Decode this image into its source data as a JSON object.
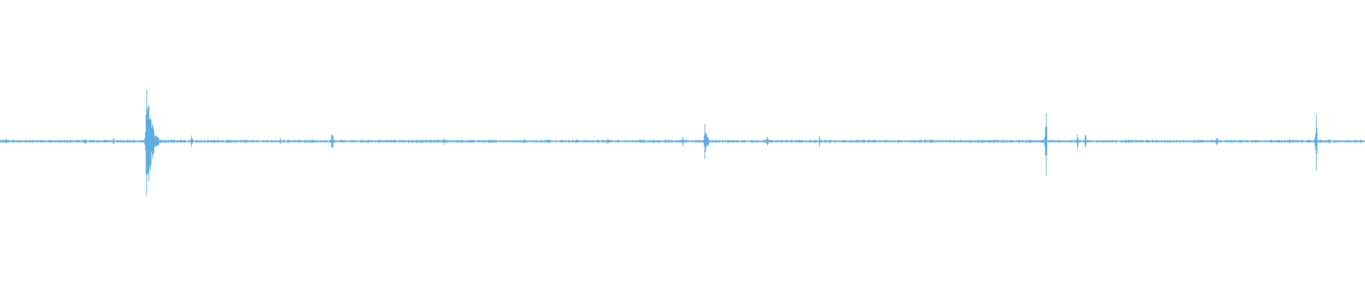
{
  "waveform": {
    "color": "#5dade2",
    "background": "#ffffff",
    "baseline_amplitude": 0.008,
    "events": [
      {
        "time": 0.004,
        "peak": 0.03
      },
      {
        "time": 0.031,
        "peak": 0.02
      },
      {
        "time": 0.062,
        "peak": 0.03
      },
      {
        "time": 0.083,
        "peak": 0.05
      },
      {
        "time": 0.107,
        "peak": 0.63,
        "sustain": 0.12
      },
      {
        "time": 0.14,
        "peak": 0.06
      },
      {
        "time": 0.205,
        "peak": 0.03
      },
      {
        "time": 0.243,
        "peak": 0.12
      },
      {
        "time": 0.325,
        "peak": 0.03
      },
      {
        "time": 0.384,
        "peak": 0.03
      },
      {
        "time": 0.422,
        "peak": 0.03
      },
      {
        "time": 0.445,
        "peak": 0.03
      },
      {
        "time": 0.5,
        "peak": 0.04
      },
      {
        "time": 0.516,
        "peak": 0.17,
        "sustain": 0.04
      },
      {
        "time": 0.562,
        "peak": 0.07
      },
      {
        "time": 0.6,
        "peak": 0.05
      },
      {
        "time": 0.766,
        "peak": 0.36
      },
      {
        "time": 0.789,
        "peak": 0.07
      },
      {
        "time": 0.795,
        "peak": 0.09
      },
      {
        "time": 0.891,
        "peak": 0.05
      },
      {
        "time": 0.964,
        "peak": 0.32
      },
      {
        "time": 0.974,
        "peak": 0.03
      }
    ]
  }
}
